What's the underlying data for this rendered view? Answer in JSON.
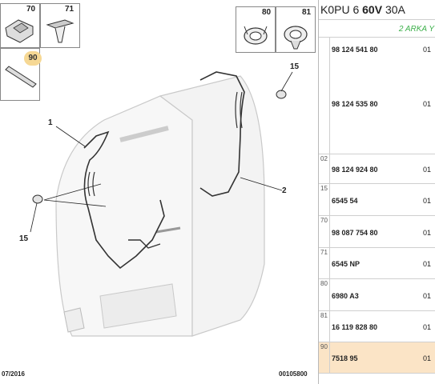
{
  "header": {
    "prefix": "K0PU 6 ",
    "bold": "60V",
    "suffix": " 30A",
    "subtitle": "2 ARKA Y"
  },
  "thumbnails": {
    "t70": "70",
    "t71": "71",
    "t90": "90",
    "t80": "80",
    "t81": "81"
  },
  "callouts": {
    "c1": "1",
    "c2": "2",
    "c15a": "15",
    "c15b": "15"
  },
  "parts": [
    {
      "idx": "",
      "pn1": "98 124 541 80",
      "q1": "01",
      "pn2": "98 124 535 80",
      "q2": "01"
    },
    {
      "idx": "02",
      "pn": "98 124 924 80",
      "qty": "01"
    },
    {
      "idx": "15",
      "pn": "6545 54",
      "qty": "01"
    },
    {
      "idx": "70",
      "pn": "98 087 754 80",
      "qty": "01"
    },
    {
      "idx": "71",
      "pn": "6545 NP",
      "qty": "01"
    },
    {
      "idx": "80",
      "pn": "6980 A3",
      "qty": "01"
    },
    {
      "idx": "81",
      "pn": "16 119 828 80",
      "qty": "01"
    },
    {
      "idx": "90",
      "pn": "7518 95",
      "qty": "01"
    }
  ],
  "footer": {
    "date": "07/2016",
    "code": "00105800"
  },
  "colors": {
    "highlight": "#fbe4c6",
    "accent_green": "#3cb04a",
    "badge": "#f6d894"
  }
}
